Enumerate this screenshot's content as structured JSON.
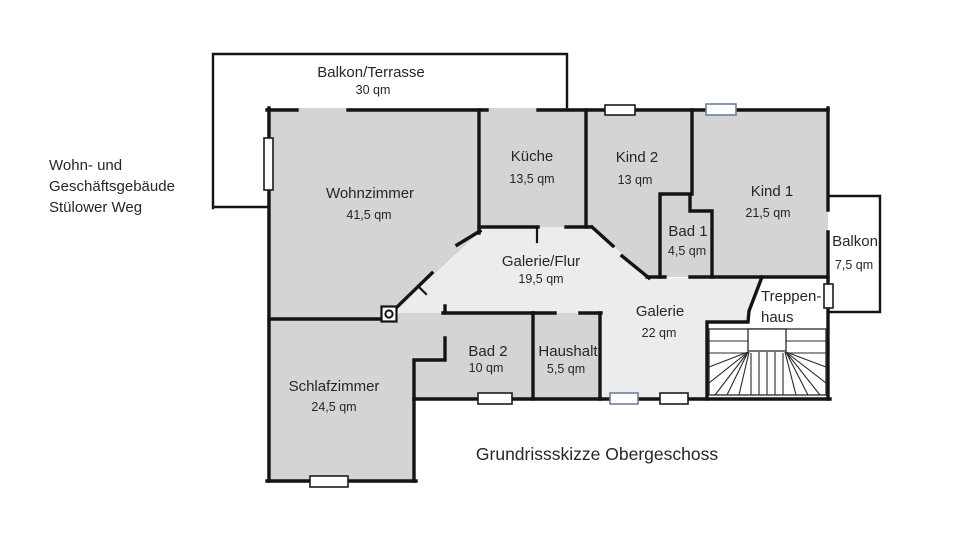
{
  "title_block": {
    "line1": "Wohn- und",
    "line2": "Geschäftsgebäude",
    "line3": "Stülower Weg"
  },
  "caption": "Grundrissskizze Obergeschoss",
  "colors": {
    "room_fill": "#d4d4d4",
    "hall_fill": "#ececec",
    "wall": "#141414",
    "window_accent": "#6e7f99",
    "text": "#262626",
    "white": "#ffffff"
  },
  "rooms": {
    "balkon_terrasse": {
      "name": "Balkon/Terrasse",
      "area": "30 qm"
    },
    "wohnzimmer": {
      "name": "Wohnzimmer",
      "area": "41,5 qm"
    },
    "kueche": {
      "name": "Küche",
      "area": "13,5 qm"
    },
    "kind2": {
      "name": "Kind 2",
      "area": "13 qm"
    },
    "kind1": {
      "name": "Kind 1",
      "area": "21,5 qm"
    },
    "bad1": {
      "name": "Bad 1",
      "area": "4,5 qm"
    },
    "balkon": {
      "name": "Balkon",
      "area": "7,5 qm"
    },
    "galerie_flur": {
      "name": "Galerie/Flur",
      "area": "19,5 qm"
    },
    "galerie": {
      "name": "Galerie",
      "area": "22 qm"
    },
    "treppenhaus": {
      "name_line1": "Treppen-",
      "name_line2": "haus"
    },
    "bad2": {
      "name": "Bad 2",
      "area": "10 qm"
    },
    "haushalt": {
      "name": "Haushalt",
      "area": "5,5 qm"
    },
    "schlafzimmer": {
      "name": "Schlafzimmer",
      "area": "24,5 qm"
    }
  }
}
